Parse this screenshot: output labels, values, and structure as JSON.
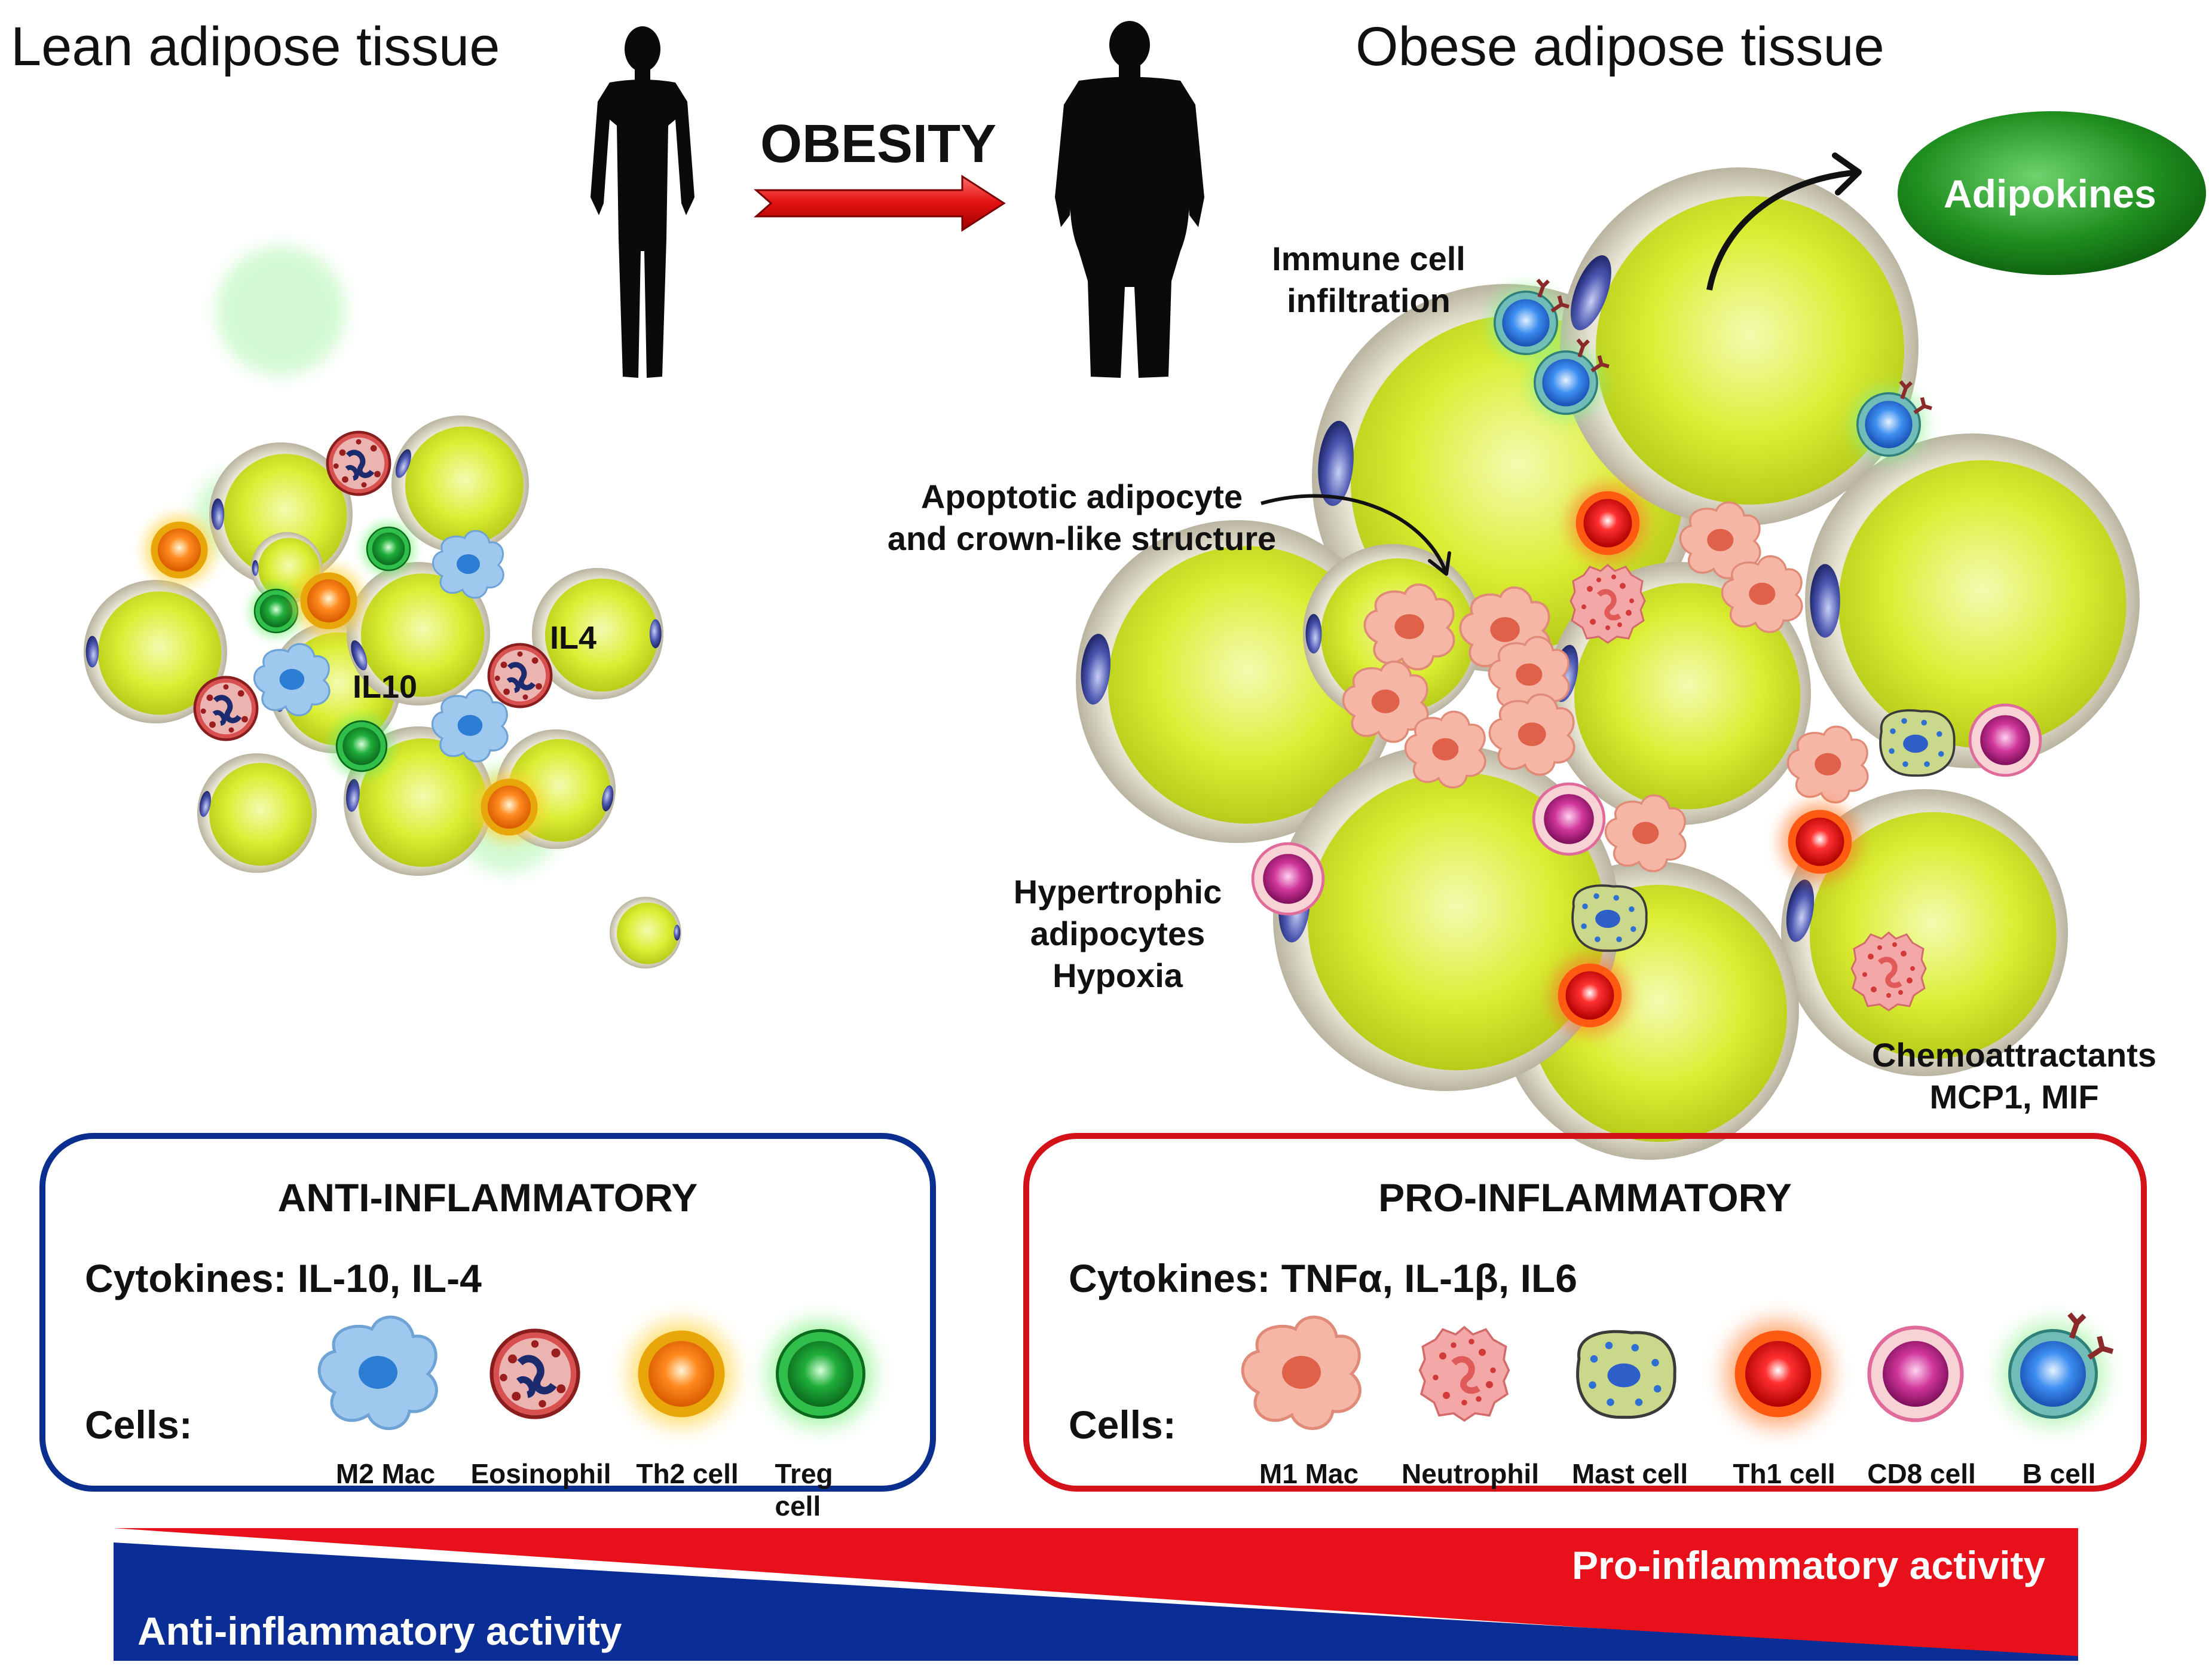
{
  "titles": {
    "lean": "Lean adipose tissue",
    "obese": "Obese adipose tissue",
    "obesity": "OBESITY"
  },
  "labels": {
    "adipokines": "Adipokines",
    "immune_infiltration": [
      "Immune cell",
      "infiltration"
    ],
    "apoptotic": [
      "Apoptotic adipocyte",
      "and crown-like structure"
    ],
    "hypertrophic": [
      "Hypertrophic",
      "adipocytes",
      "Hypoxia"
    ],
    "chemoattractants": [
      "Chemoattractants",
      "MCP1, MIF"
    ],
    "il10": "IL10",
    "il4": "IL4"
  },
  "anti_box": {
    "title": "ANTI-INFLAMMATORY",
    "cytokines": "Cytokines: IL-10, IL-4",
    "cells_label": "Cells:",
    "cells": [
      "M2 Mac",
      "Eosinophil",
      "Th2 cell",
      "Treg cell"
    ]
  },
  "pro_box": {
    "title": "PRO-INFLAMMATORY",
    "cytokines": "Cytokines: TNFα, IL-1β, IL6",
    "cells_label": "Cells:",
    "cells": [
      "M1 Mac",
      "Neutrophil",
      "Mast cell",
      "Th1 cell",
      "CD8 cell",
      "B cell"
    ]
  },
  "gradient": {
    "pro": "Pro-inflammatory activity",
    "anti": "Anti-inflammatory activity"
  },
  "colors": {
    "adipocyte": "#d8ec2a",
    "anti_border": "#0b2f8e",
    "pro_border": "#d4121a",
    "adipokines": "#1e8a1e",
    "arrow": "#e21a1a"
  }
}
